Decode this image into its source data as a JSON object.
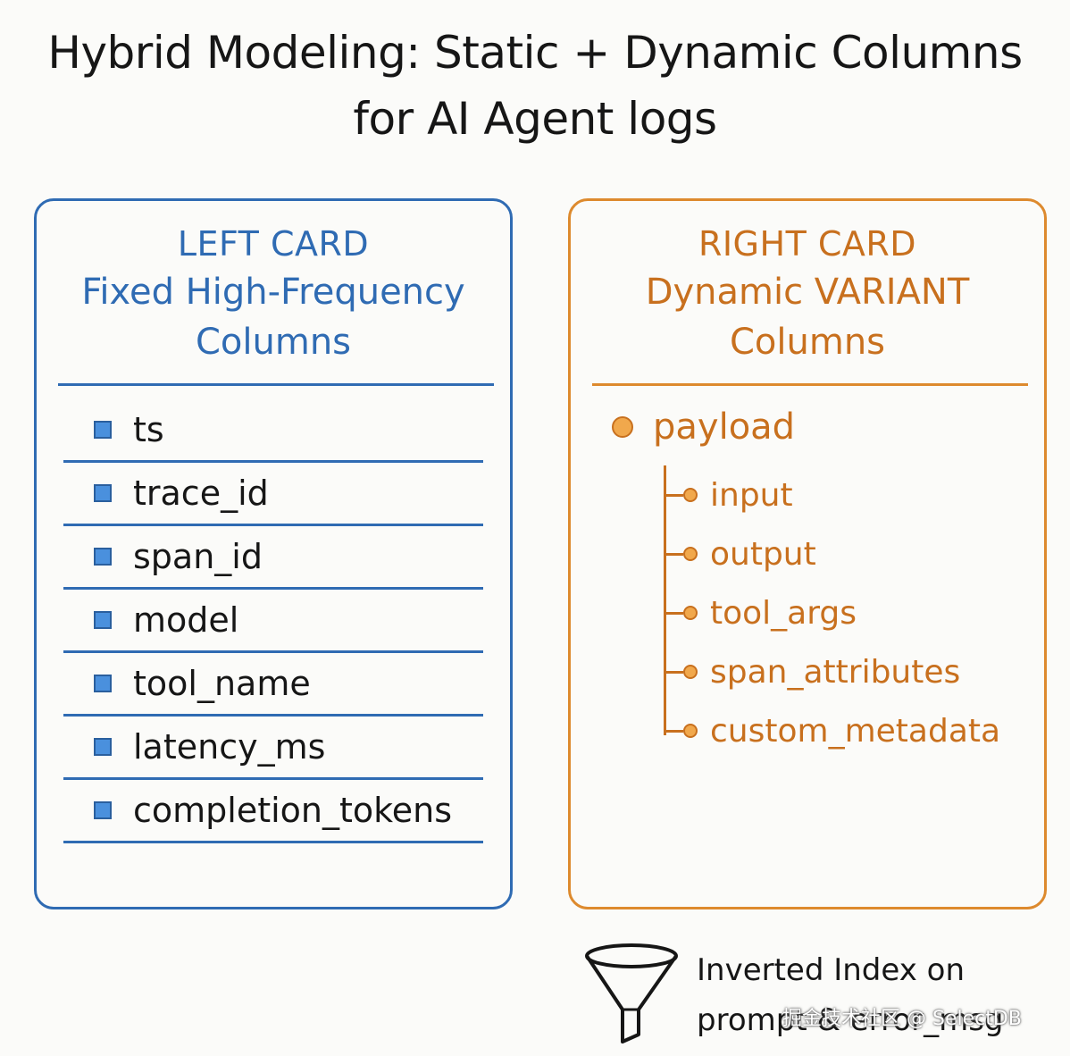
{
  "title": {
    "line1": "Hybrid Modeling: Static + Dynamic Columns",
    "line2": "for AI Agent logs"
  },
  "left_card": {
    "label": "LEFT CARD",
    "subtitle_line1": "Fixed High-Frequency",
    "subtitle_line2": "Columns",
    "color": "#2f6bb3",
    "icon": "square-bullet-icon",
    "items": [
      "ts",
      "trace_id",
      "span_id",
      "model",
      "tool_name",
      "latency_ms",
      "completion_tokens"
    ]
  },
  "right_card": {
    "label": "RIGHT CARD",
    "subtitle_line1": "Dynamic VARIANT",
    "subtitle_line2": "Columns",
    "color": "#dd8a2e",
    "icon": "circle-bullet-icon",
    "root": "payload",
    "children": [
      "input",
      "output",
      "tool_args",
      "span_attributes",
      "custom_metadata"
    ]
  },
  "note": {
    "icon": "funnel-icon",
    "line1": "Inverted Index on",
    "line2": "prompt & error_msg"
  },
  "watermark": "掘金技术社区 @ SelectDB"
}
